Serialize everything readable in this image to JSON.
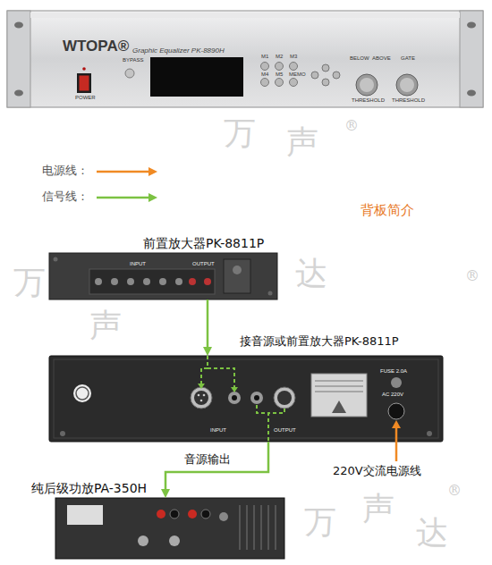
{
  "diagram": {
    "nodes": [
      {
        "text": [
          "WTOPA®",
          "Graphic Equalizer PK-8890H",
          "POWER",
          "BYPASS",
          "M1",
          "M2",
          "M3",
          "M4",
          "M5",
          "MEMO",
          "BELOW",
          "ABOVE",
          "GATE",
          "THRESHOLD",
          "THRESHOLD"
        ]
      },
      {
        "text": [
          "前置放大器PK-8811P",
          "INPUT",
          "OUTPUT"
        ]
      },
      {
        "text": [
          "INPUT",
          "OUTPUT",
          "FUSE 2.0A",
          "AC 220V"
        ]
      },
      {
        "text": [
          "纯后级功放PA-350H"
        ]
      }
    ],
    "edges": [
      {
        "from": 1,
        "to": 2,
        "label": "接音源或前置放大器PK-8811P",
        "arrow": "to"
      },
      {
        "from": 2,
        "to": 3,
        "label": "音源输出",
        "arrow": "to"
      }
    ],
    "labels": [
      "背板简介",
      "220V交流电源线",
      "万",
      "声",
      "®",
      "万",
      "声",
      "达",
      "®",
      "万",
      "声",
      "达",
      "®"
    ],
    "legend": [
      {
        "text": "电源线："
      },
      {
        "text": "信号线："
      }
    ]
  }
}
